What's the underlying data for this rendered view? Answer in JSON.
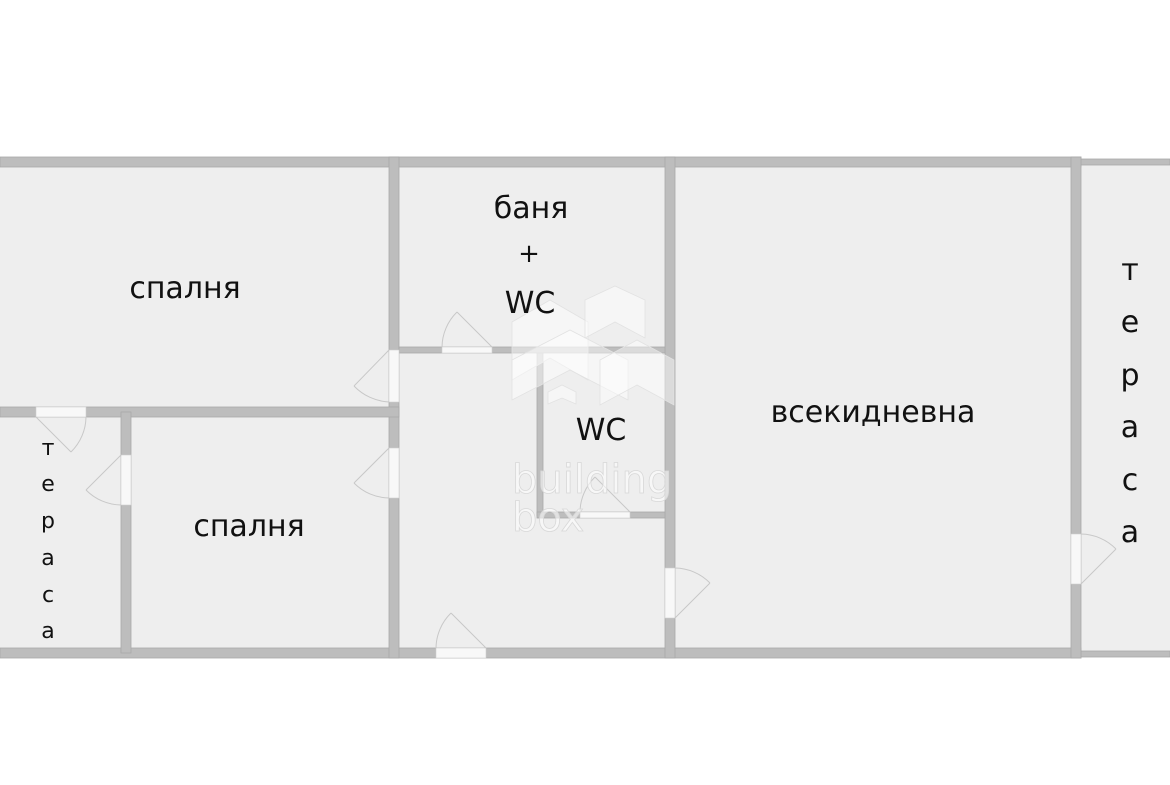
{
  "plan": {
    "title": "Floor plan",
    "colors": {
      "background": "#ffffff",
      "room_fill": "#eeeeee",
      "wall": "#bdbdbd",
      "wall_edge": "#a8a8a8",
      "door_opening": "#f7f7f7",
      "door_swing": "#c4c4c4",
      "text": "#111111"
    },
    "rooms": [
      {
        "id": "bedroom-1",
        "label": "спалня"
      },
      {
        "id": "bathroom",
        "label_lines": [
          "баня",
          "+",
          "WC"
        ]
      },
      {
        "id": "wc",
        "label": "WC"
      },
      {
        "id": "living-room",
        "label": "всекидневна"
      },
      {
        "id": "bedroom-2",
        "label": "спалня"
      },
      {
        "id": "terrace-left",
        "label_letters": [
          "т",
          "е",
          "р",
          "а",
          "с",
          "а"
        ]
      },
      {
        "id": "terrace-right",
        "label_letters": [
          "т",
          "е",
          "р",
          "а",
          "с",
          "а"
        ]
      },
      {
        "id": "hallway",
        "label": ""
      }
    ],
    "watermark": {
      "line1": "building",
      "line2": "box"
    }
  }
}
